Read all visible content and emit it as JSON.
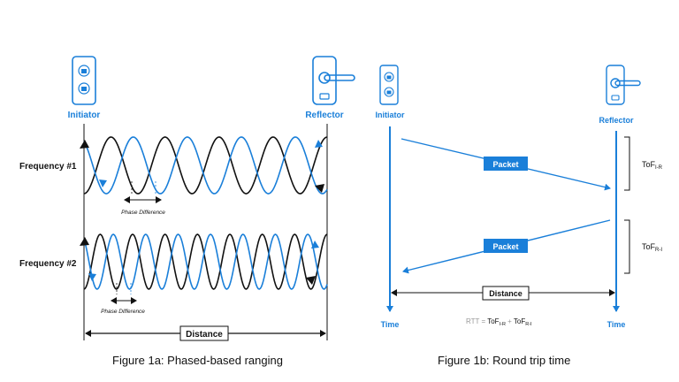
{
  "figure_a": {
    "initiator_label": "Initiator",
    "reflector_label": "Reflector",
    "freq1_label": "Frequency #1",
    "freq2_label": "Frequency #2",
    "phase_diff_label_1": "Phase Difference",
    "phase_diff_label_2": "Phase Difference",
    "distance_label": "Distance",
    "caption": "Figure 1a: Phased-based ranging"
  },
  "figure_b": {
    "initiator_label": "Initiator",
    "reflector_label": "Reflector",
    "packet_label_1": "Packet",
    "packet_label_2": "Packet",
    "tof_ir_main": "ToF",
    "tof_ir_sub": "I-R",
    "tof_ri_main": "ToF",
    "tof_ri_sub": "R-I",
    "distance_label": "Distance",
    "time_label_left": "Time",
    "time_label_right": "Time",
    "rtt_prefix": "RTT = ",
    "rtt_term1_main": "ToF",
    "rtt_term1_sub": "I-R",
    "rtt_plus": " + ",
    "rtt_term2_main": "ToF",
    "rtt_term2_sub": "R-I",
    "caption": "Figure 1b: Round trip time"
  },
  "colors": {
    "accent": "#1a7fd9",
    "dark": "#111111",
    "grey": "#999999",
    "badge_bg": "#dfe6ee"
  },
  "icons": [
    "phone-lock-icon",
    "door-handle-icon"
  ]
}
